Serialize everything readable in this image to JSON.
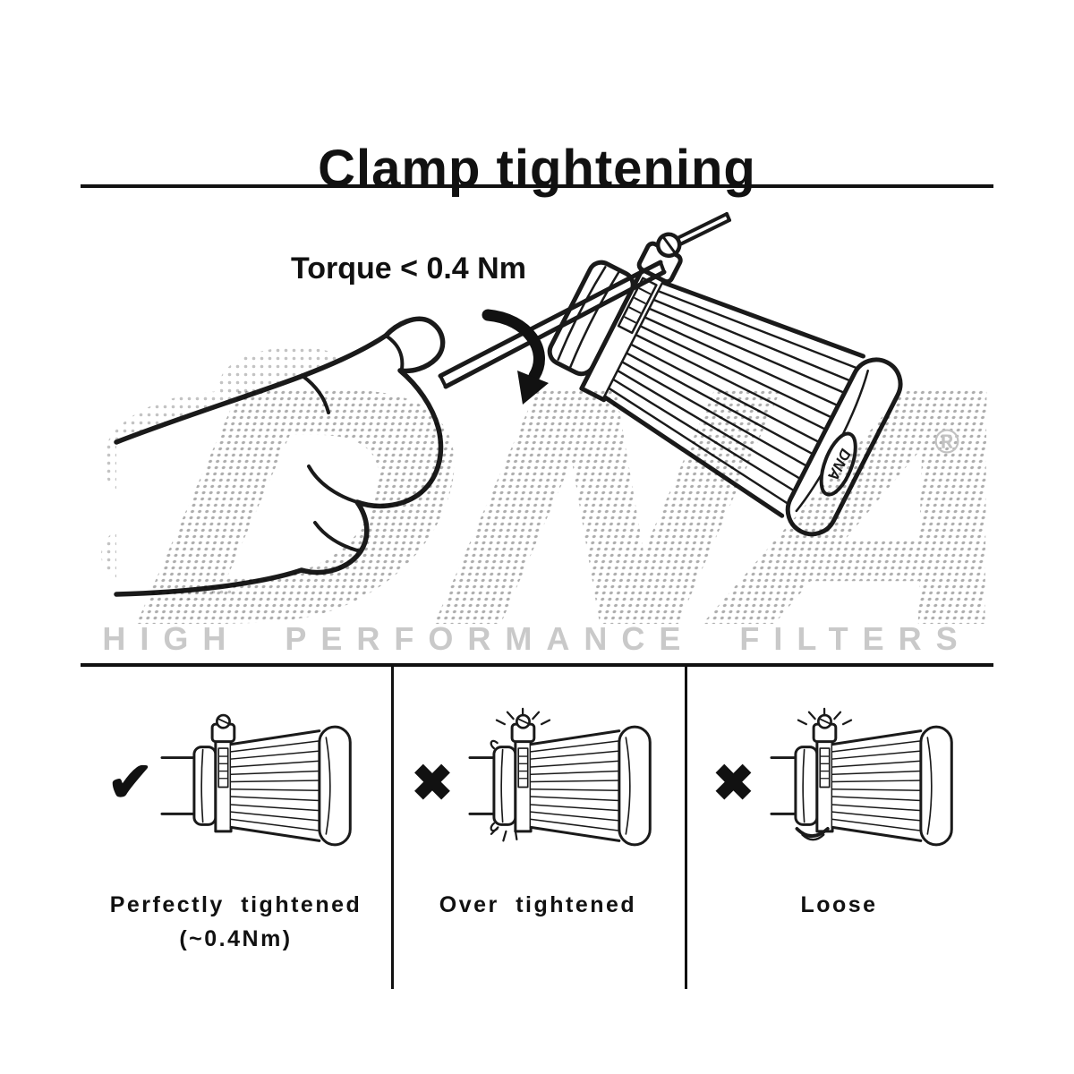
{
  "title": "Clamp tightening",
  "main": {
    "torque_label": "Torque < 0.4 Nm",
    "filter_badge": "DNA"
  },
  "watermark": {
    "logo": "DNA",
    "registered_mark": "®",
    "tagline": "HIGH PERFORMANCE FILTERS"
  },
  "panels": [
    {
      "id": "perfectly-tightened",
      "mark": "✔",
      "label": "Perfectly tightened",
      "sublabel": "(~0.4Nm)"
    },
    {
      "id": "over-tightened",
      "mark": "✖",
      "label": "Over tightened",
      "sublabel": ""
    },
    {
      "id": "loose",
      "mark": "✖",
      "label": "Loose",
      "sublabel": ""
    }
  ],
  "colors": {
    "ink": "#1a1a1a",
    "watermark_gray": "#d6d6d6",
    "tagline_gray": "#c9c9c9",
    "background": "#ffffff"
  }
}
